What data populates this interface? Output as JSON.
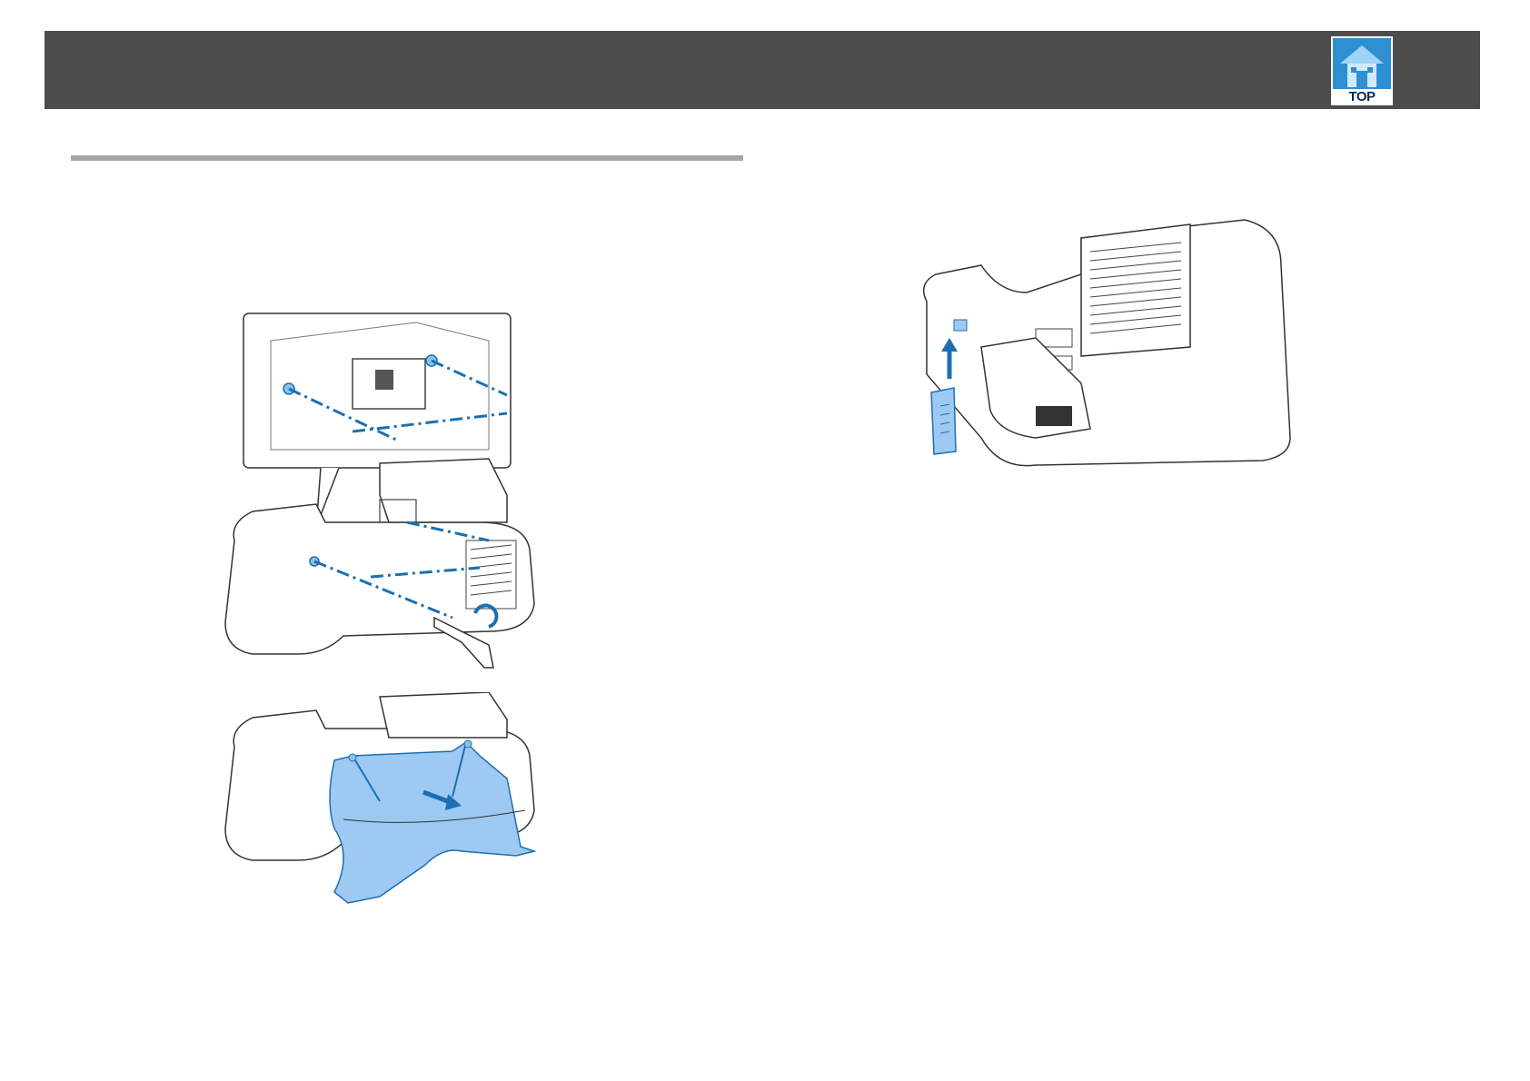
{
  "header": {
    "top_button_label": "TOP"
  },
  "figures": [
    {
      "id": "install-step-bracket",
      "icon": "projector-with-screws-icon"
    },
    {
      "id": "install-step-cover",
      "icon": "projector-with-cover-icon"
    },
    {
      "id": "remove-cable-cover",
      "icon": "projector-underside-icon"
    }
  ],
  "colors": {
    "header_bg": "#4d4d4d",
    "accent_blue": "#1b6fb3",
    "cover_blue": "#9ec9f2",
    "rule_gray": "#a6a6a6"
  }
}
